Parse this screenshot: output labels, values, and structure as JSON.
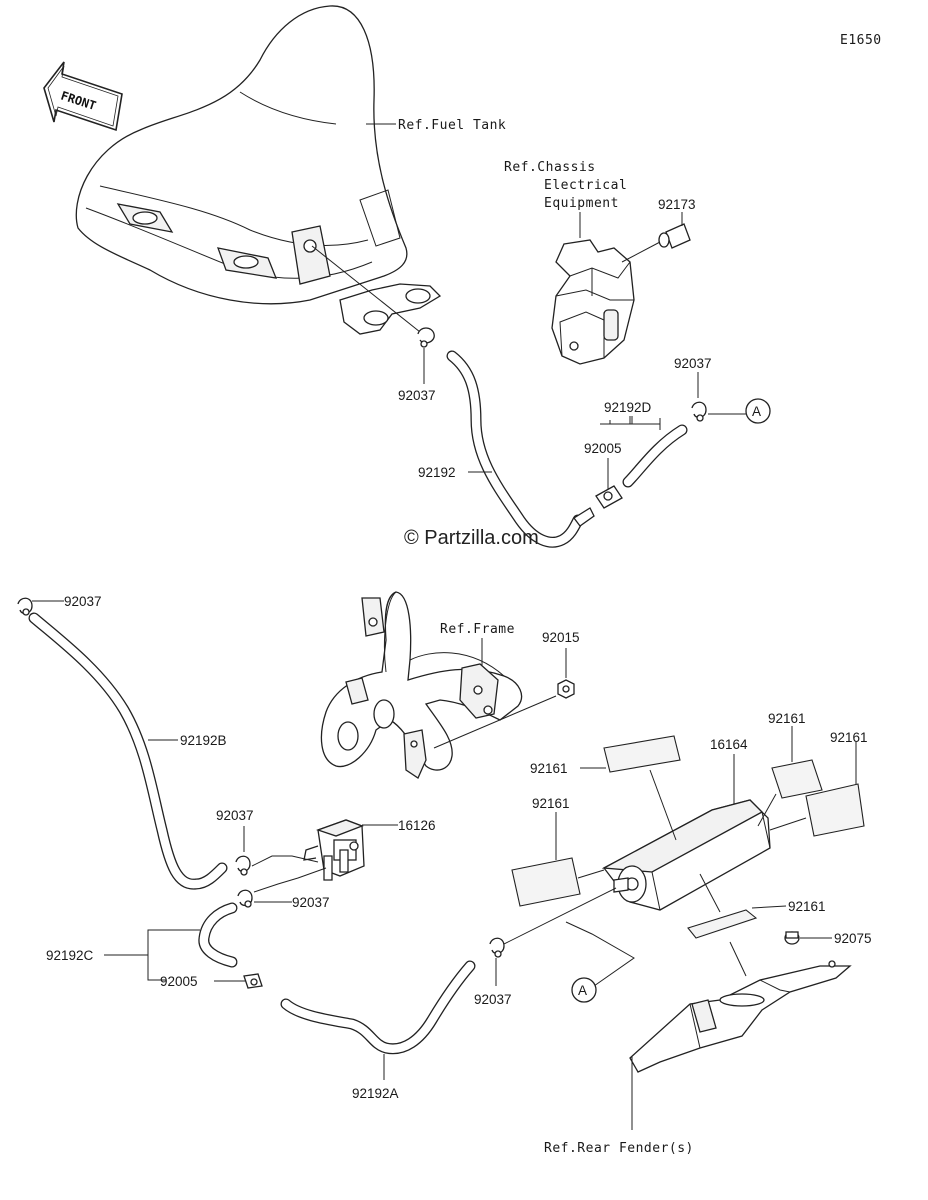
{
  "diagram_id": "E1650",
  "front_label": "FRONT",
  "watermark": "© Partzilla.com",
  "refs": {
    "fuel_tank": "Ref.Fuel Tank",
    "chassis_line1": "Ref.Chassis",
    "chassis_line2": "Electrical",
    "chassis_line3": "Equipment",
    "frame": "Ref.Frame",
    "rear_fender": "Ref.Rear Fender(s)"
  },
  "callouts": {
    "circle_a": "A",
    "p92037_top": "92037",
    "p92173": "92173",
    "p92192d": "92192D",
    "p92037_right": "92037",
    "p92005_top": "92005",
    "p92192": "92192",
    "p92037_left": "92037",
    "p92192b": "92192B",
    "p92015": "92015",
    "p92037_mid": "92037",
    "p16126": "16126",
    "p92037_mid2": "92037",
    "p92192c": "92192C",
    "p92005_bottom": "92005",
    "p92192a": "92192A",
    "p92161_a": "92161",
    "p16164": "16164",
    "p92161_b": "92161",
    "p92161_c": "92161",
    "p92161_d": "92161",
    "p92161_e": "92161",
    "p92075": "92075",
    "p92037_bottom": "92037"
  }
}
